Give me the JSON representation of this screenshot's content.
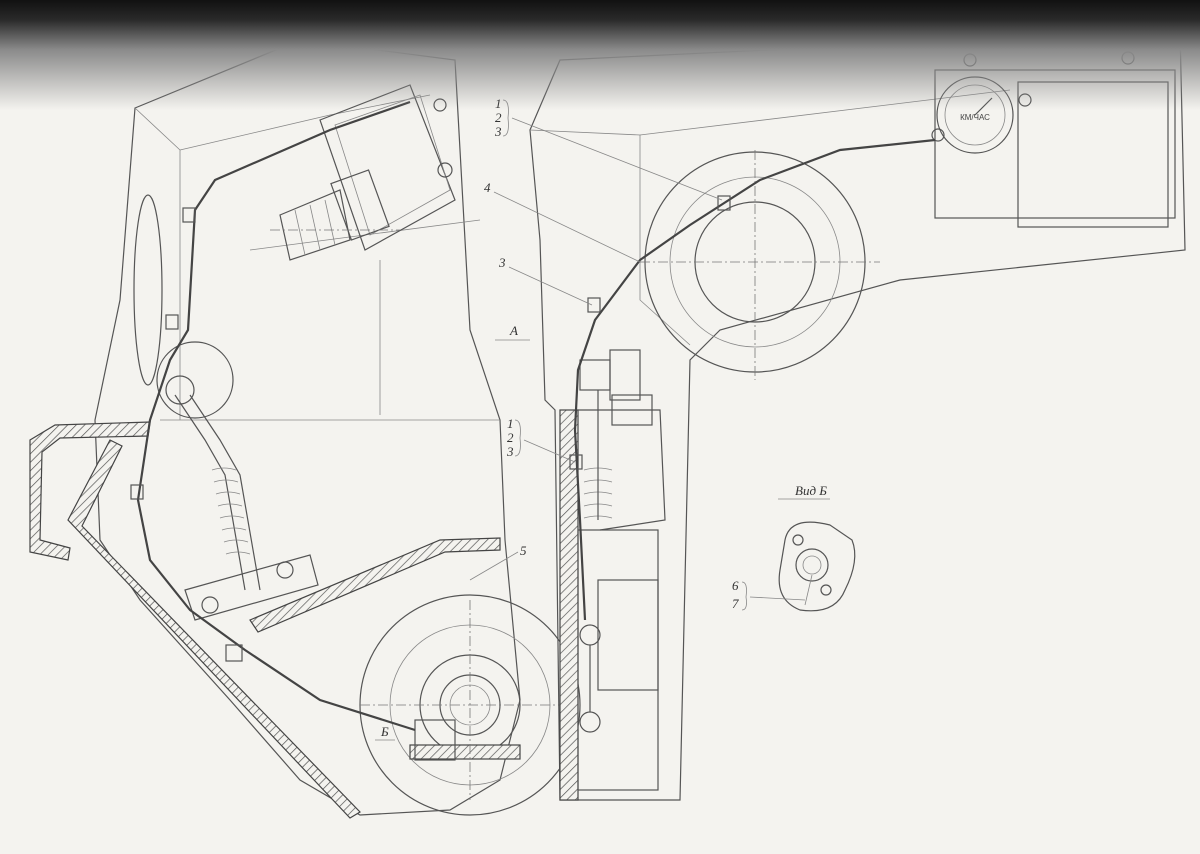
{
  "view_a": {
    "title": "Вид А",
    "subtitle": "(щиток средний снят)"
  },
  "view_b": {
    "title": "Вид Б"
  },
  "section_marker_a": "А",
  "section_marker_b": "Б",
  "callouts": {
    "upper_group": [
      "1",
      "2",
      "3"
    ],
    "middle_group": [
      "1",
      "2",
      "3"
    ],
    "label_4": "4",
    "label_3": "3",
    "label_5": "5",
    "view_b_group": [
      "6",
      "7"
    ]
  },
  "speedometer_face": "КМ/ЧАС",
  "colors": {
    "paper": "#f4f3ef",
    "ink": "#444444",
    "scan_dark": "#111111"
  }
}
